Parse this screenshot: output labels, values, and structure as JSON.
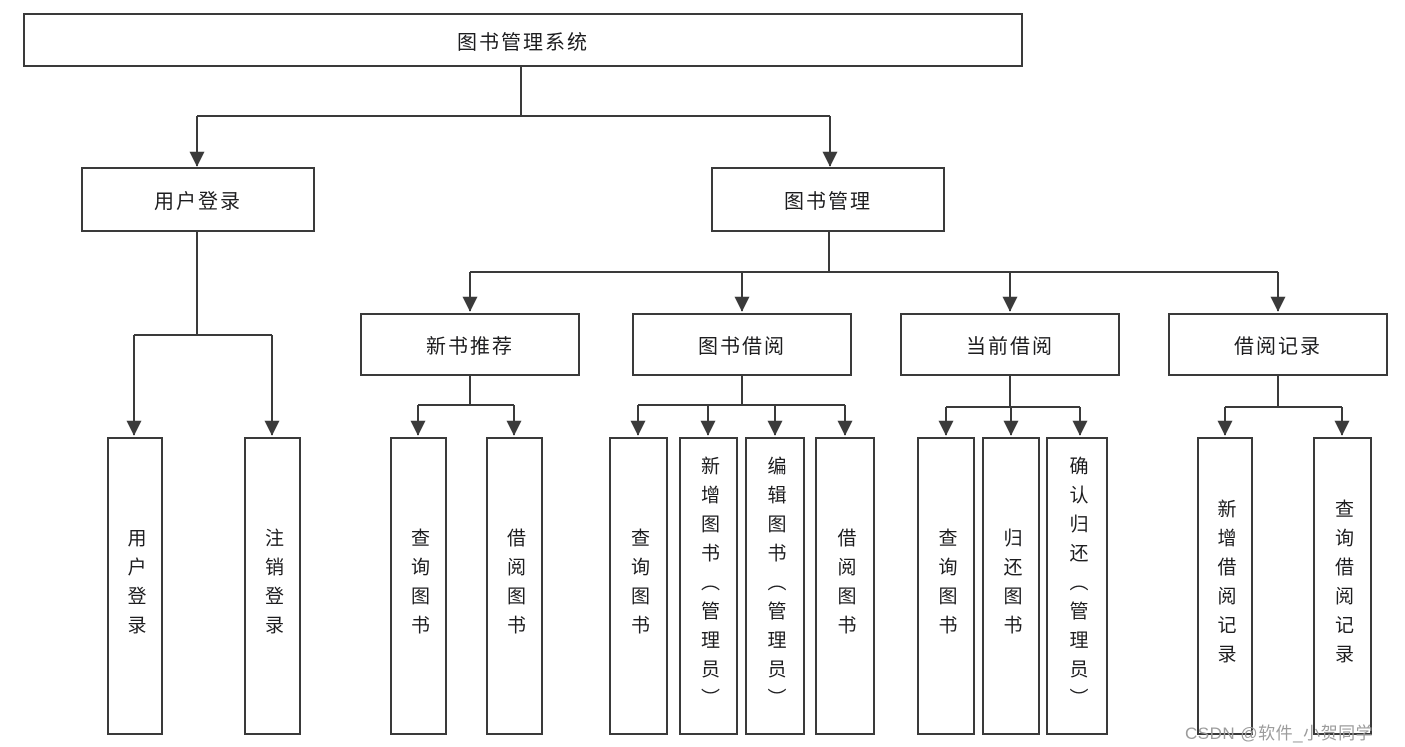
{
  "title": "图书管理系统",
  "colors": {
    "line": "#3a3a3a",
    "box_border": "#3a3a3a",
    "box_background": "#ffffff",
    "text": "#1d1d1f",
    "watermark_text": "#9c9c9c"
  },
  "tree": {
    "root": "图书管理系统",
    "branches": [
      {
        "label": "用户登录",
        "children": [
          "用户登录",
          "注销登录"
        ]
      },
      {
        "label": "图书管理",
        "groups": [
          {
            "label": "新书推荐",
            "children": [
              "查询图书",
              "借阅图书"
            ]
          },
          {
            "label": "图书借阅",
            "children": [
              "查询图书",
              "新增图书（管理员）",
              "编辑图书（管理员）",
              "借阅图书"
            ]
          },
          {
            "label": "当前借阅",
            "children": [
              "查询图书",
              "归还图书",
              "确认归还（管理员）"
            ]
          },
          {
            "label": "借阅记录",
            "children": [
              "新增借阅记录",
              "查询借阅记录"
            ]
          }
        ]
      }
    ]
  },
  "watermark": "CSDN @软件_小贺同学"
}
